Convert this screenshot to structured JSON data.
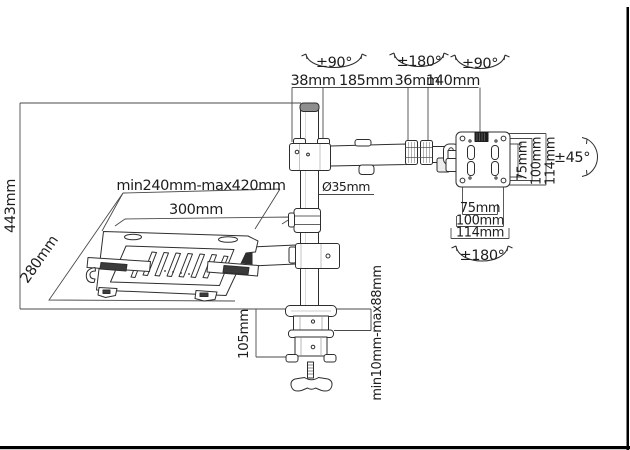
{
  "colors": {
    "background": "#ffffff",
    "ink": "#1d1d1d",
    "construction_line": "#4a4a4a",
    "hardware_line": "#2e2e2e",
    "dark_fill": "#2f2f2f",
    "metal_gray": "#8e8e8e",
    "frame_border": "#000000"
  },
  "labels": {
    "top": {
      "angle_left": "±90°",
      "angle_mid": "±180°",
      "angle_right": "±90°",
      "dim_38": "38mm",
      "dim_185": "185mm",
      "dim_36": "36mm",
      "dim_140": "140mm"
    },
    "left": {
      "pole_height": "443mm",
      "tray_depth": "280mm"
    },
    "tray": {
      "width_range": "min240mm-max420mm",
      "width": "300mm"
    },
    "pole": {
      "diameter": "Ø35mm"
    },
    "vesa": {
      "side_75": "75mm",
      "side_100": "100mm",
      "side_114": "114mm",
      "bottom_75": "75mm",
      "bottom_100": "100mm",
      "bottom_114": "114mm",
      "tilt": "±45°",
      "rotation": "±180°"
    },
    "clamp": {
      "height": "105mm",
      "desk_thickness_range": "min10mm-max88mm"
    }
  }
}
